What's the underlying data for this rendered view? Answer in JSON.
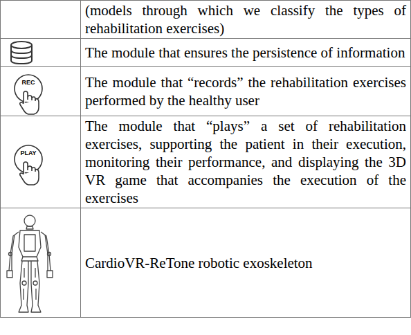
{
  "diagram": {
    "labels": [
      "(models through which we classify the types of rehabilitation exercises)",
      "The module that ensures the persistence of information",
      "REC",
      "The module that “records” the rehabilitation exercises performed by the healthy user",
      "PLAY",
      "The module that “plays” a set of rehabilitation exercises, supporting the patient in their execution, monitoring their performance, and displaying the 3D VR game that accompanies the execution of the exercises",
      "CardioVR-ReTone robotic exoskeleton"
    ]
  }
}
